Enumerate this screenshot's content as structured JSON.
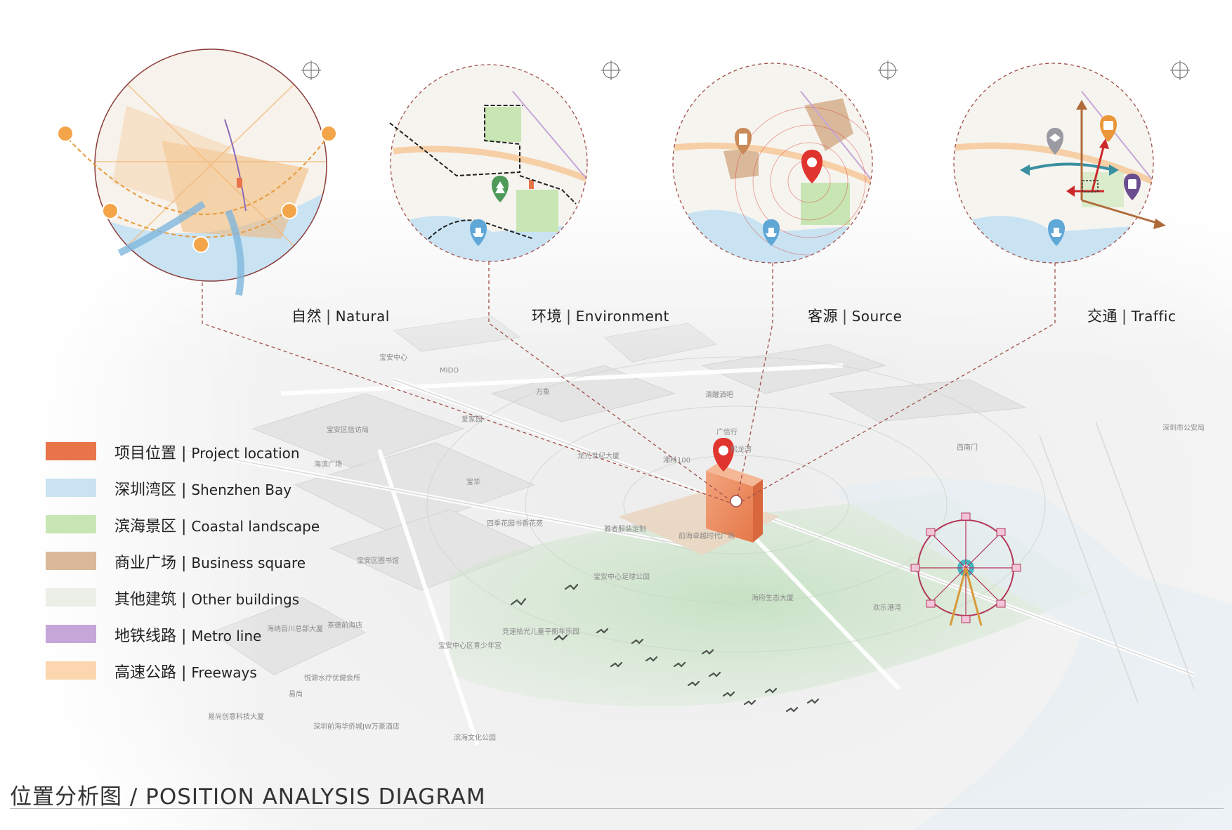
{
  "analysis_panels": [
    {
      "zh": "自然",
      "en": "Natural"
    },
    {
      "zh": "环境",
      "en": "Environment"
    },
    {
      "zh": "客源",
      "en": "Source"
    },
    {
      "zh": "交通",
      "en": "Traffic"
    }
  ],
  "legend": [
    {
      "zh": "项目位置",
      "en": "Project location",
      "color": "#e8744a"
    },
    {
      "zh": "深圳湾区",
      "en": "Shenzhen Bay",
      "color": "#c9e3f3"
    },
    {
      "zh": "滨海景区",
      "en": "Coastal landscape",
      "color": "#c8e6b4"
    },
    {
      "zh": "商业广场",
      "en": "Business square",
      "color": "#d9b99a"
    },
    {
      "zh": "其他建筑",
      "en": "Other buildings",
      "color": "#eceee8"
    },
    {
      "zh": "地铁线路",
      "en": "Metro line",
      "color": "#c6a6d8"
    },
    {
      "zh": "高速公路",
      "en": "Freeways",
      "color": "#fbd6ae"
    }
  ],
  "map_labels": [
    "宝安中心",
    "MIDO",
    "万象",
    "爱家园",
    "宝安区信访局",
    "海滨广场",
    "宝华",
    "龙光世纪大厦",
    "湘林100",
    "清醒酒吧",
    "广信行",
    "熙龙湾",
    "西南门",
    "四季花园书香花苑",
    "宝安区图书馆",
    "雅者服装定制",
    "前海卓越时代广场",
    "宝安中心足球公园",
    "海府生态大厦",
    "欢乐港湾",
    "海纳百川总部大厦",
    "茶德前海店",
    "宝安中心区青少年宫",
    "竞速拾光儿童平衡车乐园",
    "悦源水疗优健会所",
    "易尚",
    "易尚创意科技大厦",
    "深圳前海华侨城JW万豪酒店",
    "滨海文化公园",
    "深圳市公安局"
  ],
  "title": "位置分析图 / POSITION  ANALYSIS  DIAGRAM",
  "colors": {
    "project": "#e8744a",
    "sea": "#c9e3f3",
    "green": "#c8e6b4",
    "business": "#d9b99a",
    "metro": "#c6a6d8",
    "freeway": "#fbd6ae",
    "circle_stroke": "#a0504a",
    "pin_red": "#e0342e",
    "pin_blue": "#5fa7d6",
    "pin_green": "#4f9a5a",
    "pin_purple": "#6a4d8f"
  },
  "icons": [
    "compass-icon",
    "location-pin-icon",
    "ship-icon",
    "tree-icon",
    "building-icon",
    "bus-icon",
    "metro-icon",
    "ferris-wheel-icon",
    "bird-icon"
  ]
}
